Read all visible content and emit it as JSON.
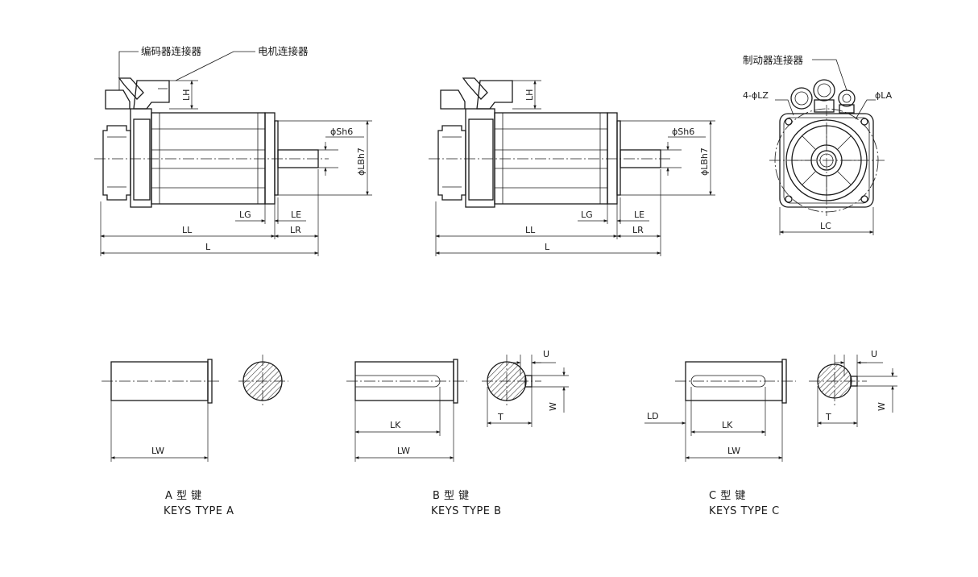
{
  "views": {
    "a": {
      "encoder_connector": "编码器连接器",
      "motor_connector": "电机连接器",
      "dim_LH": "LH",
      "dim_Sh6": "ϕSh6",
      "dim_LBh7": "ϕLBh7",
      "dim_LG": "LG",
      "dim_LE": "LE",
      "dim_LL": "LL",
      "dim_LR": "LR",
      "dim_L": "L"
    },
    "b": {
      "dim_LH": "LH",
      "dim_Sh6": "ϕSh6",
      "dim_LBh7": "ϕLBh7",
      "dim_LG": "LG",
      "dim_LE": "LE",
      "dim_LL": "LL",
      "dim_LR": "LR",
      "dim_L": "L"
    },
    "front": {
      "brake_connector": "制动器连接器",
      "dim_LZ": "4-ϕLZ",
      "dim_LA": "ϕLA",
      "dim_LC": "LC"
    }
  },
  "keys": [
    {
      "dim_LW": "LW",
      "caption_cn": "A 型 键",
      "caption_en": "KEYS TYPE A"
    },
    {
      "dim_LK": "LK",
      "dim_LW": "LW",
      "dim_U": "U",
      "dim_T": "T",
      "dim_W": "W",
      "caption_cn": "B 型 键",
      "caption_en": "KEYS TYPE B"
    },
    {
      "dim_LD": "LD",
      "dim_LK": "LK",
      "dim_LW": "LW",
      "dim_U": "U",
      "dim_T": "T",
      "dim_W": "W",
      "caption_cn": "C 型 键",
      "caption_en": "KEYS TYPE C"
    }
  ]
}
